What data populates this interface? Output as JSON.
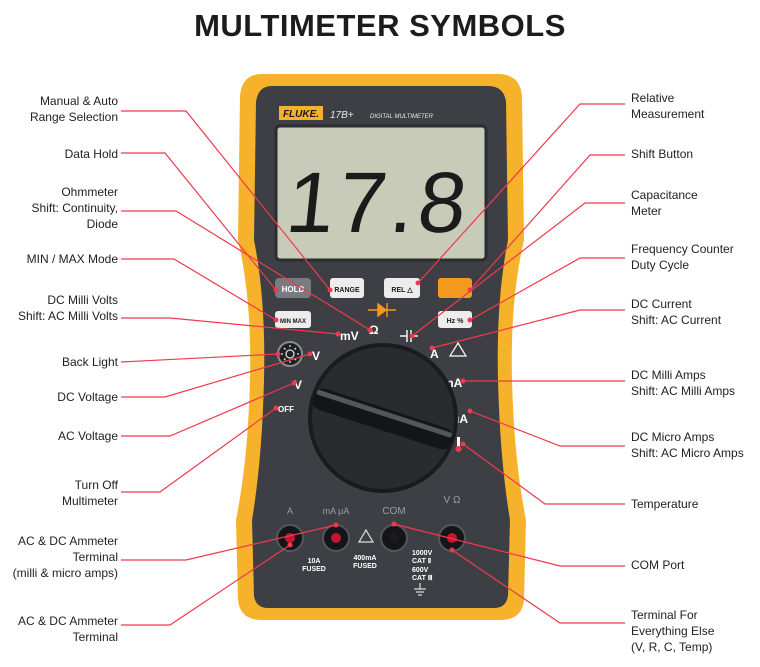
{
  "title": "MULTIMETER SYMBOLS",
  "meter": {
    "brand": "FLUKE.",
    "model": "17B+",
    "subtitle": "DIGITAL MULTIMETER",
    "display_value": "17.8",
    "buttons": {
      "hold": "HOLD",
      "range": "RANGE",
      "rel": "REL △",
      "minmax": "MIN MAX",
      "hz": "Hz %"
    },
    "dial": {
      "off": "OFF",
      "v": "V",
      "mv": "mV",
      "ohm": "Ω",
      "a": "A",
      "ma": "mA",
      "ua": "μA"
    },
    "terminals": {
      "a": "A",
      "ma_ua": "mA μA",
      "com": "COM",
      "vohm": "V Ω",
      "fuse1_amp": "10A",
      "fuse1_label": "FUSED",
      "fuse2_amp": "400mA",
      "fuse2_label": "FUSED",
      "cat1": "1000V",
      "cat1b": "CAT Ⅱ",
      "cat2": "600V",
      "cat2b": "CAT Ⅲ"
    }
  },
  "labels_left": [
    "Manual & Auto\nRange Selection",
    "Data Hold",
    "Ohmmeter\nShift: Continuity,\nDiode",
    "MIN / MAX Mode",
    "DC Milli Volts\nShift: AC Milli Volts",
    "Back Light",
    "DC Voltage",
    "AC Voltage",
    "Turn Off\nMultimeter",
    "AC & DC Ammeter\nTerminal\n(milli & micro amps)",
    "AC & DC Ammeter\nTerminal"
  ],
  "labels_right": [
    "Relative\nMeasurement",
    "Shift Button",
    "Capacitance\nMeter",
    "Frequency Counter\nDuty Cycle",
    "DC Current\nShift: AC Current",
    "DC Milli Amps\nShift: AC Milli Amps",
    "DC Micro Amps\nShift: AC Micro Amps",
    "Temperature",
    "COM Port",
    "Terminal For\nEverything Else\n(V, R, C, Temp)"
  ],
  "colors": {
    "body": "#f5b22a",
    "face": "#3e3f45",
    "screen": "#c9cbb9",
    "leader": "#ef3a4d",
    "accent": "#f39a1f"
  }
}
